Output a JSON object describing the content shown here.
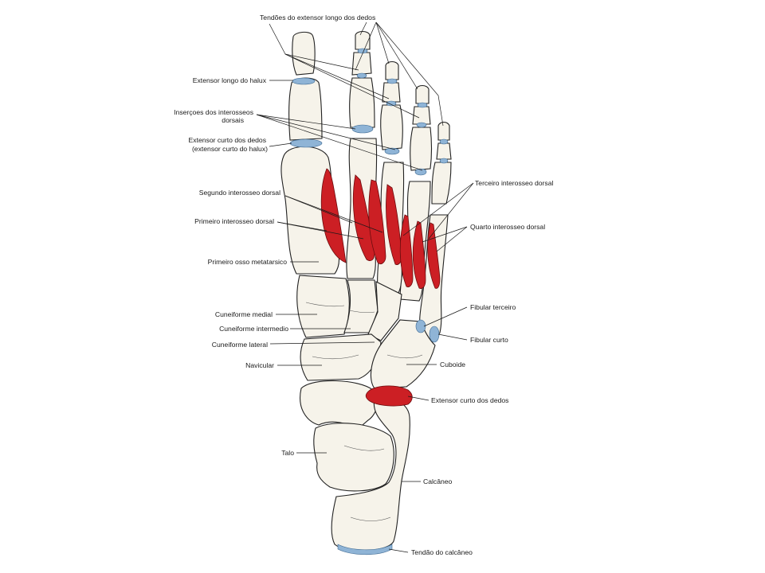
{
  "colors": {
    "muscle_origin": "#cc1f24",
    "tendon_insertion": "#8fb4d6",
    "bone_fill": "#f6f3ea",
    "line": "#1a1a1a"
  },
  "labels": {
    "tendoes_extensor_longo": "Tendões do extensor longo dos dedos",
    "extensor_longo_halux": "Extensor longo do halux",
    "insercoes_interosseos_1": "Inserçoes dos interosseos",
    "insercoes_interosseos_2": "dorsais",
    "extensor_curto_dedos_1": "Extensor curto dos dedos",
    "extensor_curto_dedos_2": "(extensor curto do halux)",
    "segundo_interosseo": "Segundo interosseo dorsal",
    "primeiro_interosseo": "Primeiro interosseo dorsal",
    "primeiro_metatarsico": "Primeiro osso metatarsico",
    "cuneiforme_medial": "Cuneiforme medial",
    "cuneiforme_intermedio": "Cuneiforme intermedio",
    "cuneiforme_lateral": "Cuneiforme lateral",
    "navicular": "Navicular",
    "talo": "Talo",
    "terceiro_interosseo": "Terceiro interosseo dorsal",
    "quarto_interosseo": "Quarto interosseo dorsal",
    "fibular_terceiro": "Fibular terceiro",
    "fibular_curto": "Fibular curto",
    "cuboide": "Cuboide",
    "extensor_curto_dedos_lateral": "Extensor curto dos dedos",
    "calcaneo": "Calcâneo",
    "tendao_calcaneo": "Tendão do calcâneo"
  }
}
